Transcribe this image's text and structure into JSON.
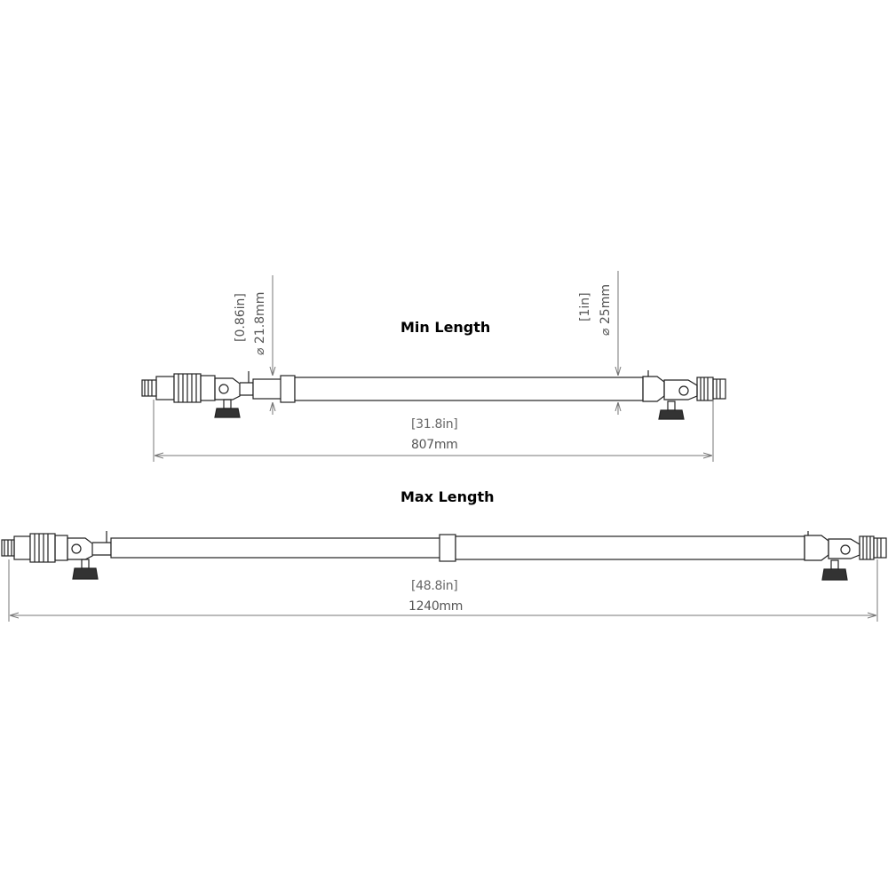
{
  "min": {
    "title": "Min Length",
    "length_in": "[31.8in]",
    "length_mm": "807mm",
    "dia_left_in": "[0.86in]",
    "dia_left_mm": "⌀ 21.8mm",
    "dia_right_in": "[1in]",
    "dia_right_mm": "⌀ 25mm"
  },
  "max": {
    "title": "Max Length",
    "length_in": "[48.8in]",
    "length_mm": "1240mm"
  }
}
